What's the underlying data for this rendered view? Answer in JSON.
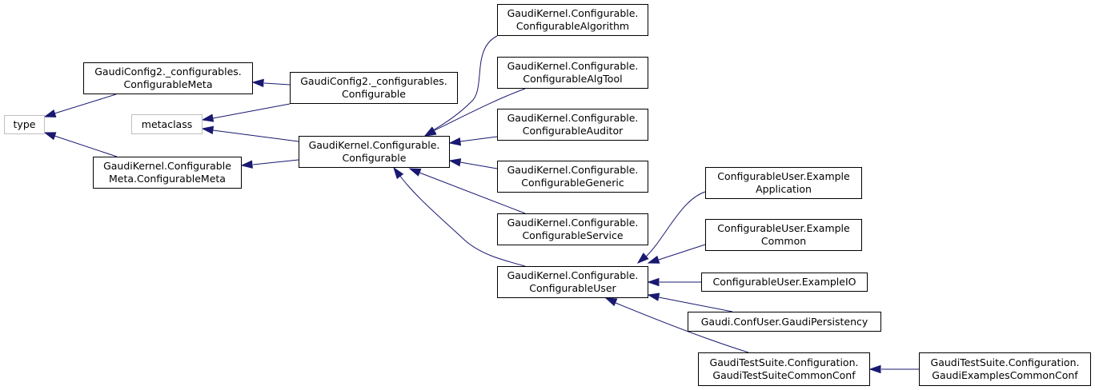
{
  "nodes": {
    "type": {
      "lines": [
        "type"
      ]
    },
    "gc2_meta": {
      "lines": [
        "GaudiConfig2._configurables.",
        "ConfigurableMeta"
      ]
    },
    "metaclass": {
      "lines": [
        "metaclass"
      ]
    },
    "gk_meta": {
      "lines": [
        "GaudiKernel.Configurable",
        "Meta.ConfigurableMeta"
      ]
    },
    "gc2_conf": {
      "lines": [
        "GaudiConfig2._configurables.",
        "Configurable"
      ]
    },
    "gk_conf": {
      "lines": [
        "GaudiKernel.Configurable.",
        "Configurable"
      ]
    },
    "gk_alg": {
      "lines": [
        "GaudiKernel.Configurable.",
        "ConfigurableAlgorithm"
      ]
    },
    "gk_algtool": {
      "lines": [
        "GaudiKernel.Configurable.",
        "ConfigurableAlgTool"
      ]
    },
    "gk_auditor": {
      "lines": [
        "GaudiKernel.Configurable.",
        "ConfigurableAuditor"
      ]
    },
    "gk_generic": {
      "lines": [
        "GaudiKernel.Configurable.",
        "ConfigurableGeneric"
      ]
    },
    "gk_service": {
      "lines": [
        "GaudiKernel.Configurable.",
        "ConfigurableService"
      ]
    },
    "gk_user": {
      "lines": [
        "GaudiKernel.Configurable.",
        "ConfigurableUser"
      ]
    },
    "cu_app": {
      "lines": [
        "ConfigurableUser.Example",
        "Application"
      ]
    },
    "cu_common": {
      "lines": [
        "ConfigurableUser.Example",
        "Common"
      ]
    },
    "cu_io": {
      "lines": [
        "ConfigurableUser.ExampleIO"
      ]
    },
    "persistency": {
      "lines": [
        "Gaudi.ConfUser.GaudiPersistency"
      ]
    },
    "ts_common": {
      "lines": [
        "GaudiTestSuite.Configuration.",
        "GaudiTestSuiteCommonConf"
      ]
    },
    "ts_examples": {
      "lines": [
        "GaudiTestSuite.Configuration.",
        "GaudiExamplesCommonConf"
      ]
    }
  },
  "edges": [
    {
      "from": "gc2_meta",
      "to": "type"
    },
    {
      "from": "gk_meta",
      "to": "type"
    },
    {
      "from": "gc2_conf",
      "to": "gc2_meta"
    },
    {
      "from": "gc2_conf",
      "to": "metaclass"
    },
    {
      "from": "gk_conf",
      "to": "metaclass"
    },
    {
      "from": "gk_conf",
      "to": "gk_meta"
    },
    {
      "from": "gk_alg",
      "to": "gk_conf"
    },
    {
      "from": "gk_algtool",
      "to": "gk_conf"
    },
    {
      "from": "gk_auditor",
      "to": "gk_conf"
    },
    {
      "from": "gk_generic",
      "to": "gk_conf"
    },
    {
      "from": "gk_service",
      "to": "gk_conf"
    },
    {
      "from": "gk_user",
      "to": "gk_conf"
    },
    {
      "from": "cu_app",
      "to": "gk_user"
    },
    {
      "from": "cu_common",
      "to": "gk_user"
    },
    {
      "from": "cu_io",
      "to": "gk_user"
    },
    {
      "from": "persistency",
      "to": "gk_user"
    },
    {
      "from": "ts_common",
      "to": "gk_user"
    },
    {
      "from": "ts_examples",
      "to": "ts_common"
    }
  ]
}
